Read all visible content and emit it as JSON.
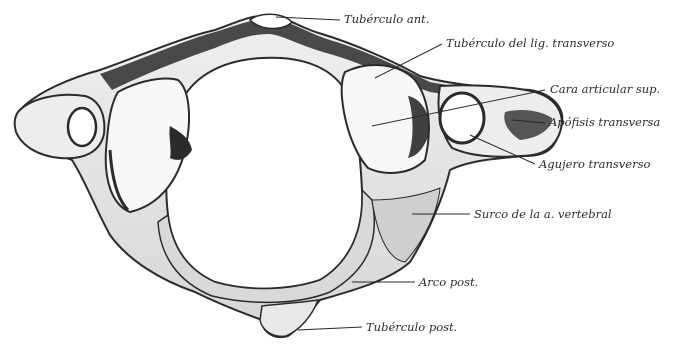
{
  "diagram": {
    "subject": "atlas-vertebra-superior-view",
    "labels": {
      "tuberculo_ant": "Tubérculo ant.",
      "tuberculo_lig_transverso": "Tubérculo del lig. transverso",
      "cara_articular_sup": "Cara articular sup.",
      "apofisis_transversa": "Apófisis transversa",
      "agujero_transverso": "Agujero transverso",
      "surco_arteria_vertebral": "Surco de la a. vertebral",
      "arco_post": "Arco post.",
      "tuberculo_post": "Tubérculo post."
    },
    "colors": {
      "bone_fill": "#e4e4e4",
      "bone_highlight": "#f7f7f7",
      "bone_shadow": "#2b2b2b",
      "outline": "#2b2b2b"
    }
  }
}
